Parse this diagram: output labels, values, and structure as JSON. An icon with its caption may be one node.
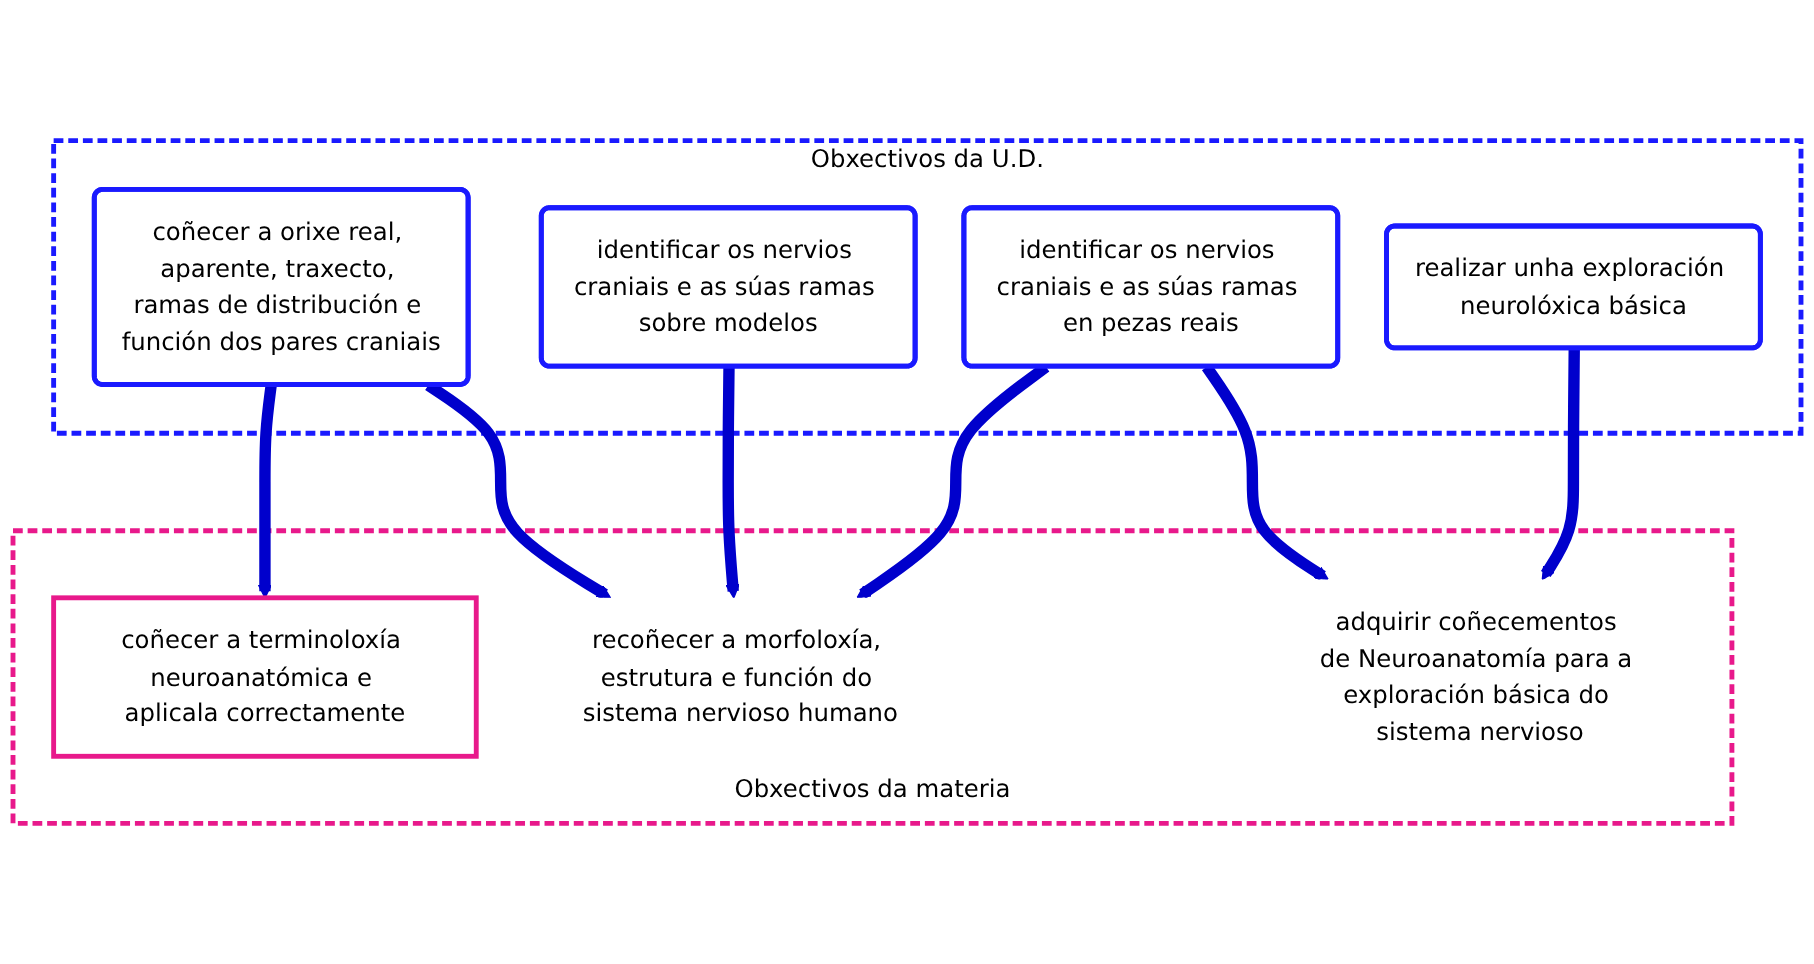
{
  "diagram": {
    "nodes": [
      {
        "text": [
          "Obxectivos da U.D."
        ]
      },
      {
        "text": [
          "coñecer a orixe real, aparente, traxecto, ramas de distribución e función dos pares craniais"
        ],
        "in": 0
      },
      {
        "text": [
          "identificar os nervios craniais e as súas ramas sobre modelos"
        ],
        "in": 0
      },
      {
        "text": [
          "identificar os nervios craniais e as súas ramas en pezas reais"
        ],
        "in": 0
      },
      {
        "text": [
          "realizar unha exploración neurolóxica básica"
        ],
        "in": 0
      },
      {
        "text": [
          "Obxectivos da materia"
        ]
      },
      {
        "text": [
          "recoñecer a morfoloxía, estrutura e función do sistema nervioso humano"
        ],
        "in": 5
      },
      {
        "text": [
          "adquirir coñecementos de Neuroanatomía para a exploración básica do sistema nervioso"
        ],
        "in": 5
      },
      {
        "text": [
          "coñecer a terminoloxía neuroanatómica e aplicala correctamente"
        ],
        "in": 5
      }
    ],
    "edges": [
      {
        "from": 1,
        "to": 8,
        "arrow": "to"
      },
      {
        "from": 1,
        "to": 6,
        "arrow": "to"
      },
      {
        "from": 2,
        "to": 6,
        "arrow": "to"
      },
      {
        "from": 3,
        "to": 6,
        "arrow": "to"
      },
      {
        "from": 3,
        "to": 7,
        "arrow": "to"
      },
      {
        "from": 4,
        "to": 7,
        "arrow": "to"
      }
    ]
  }
}
